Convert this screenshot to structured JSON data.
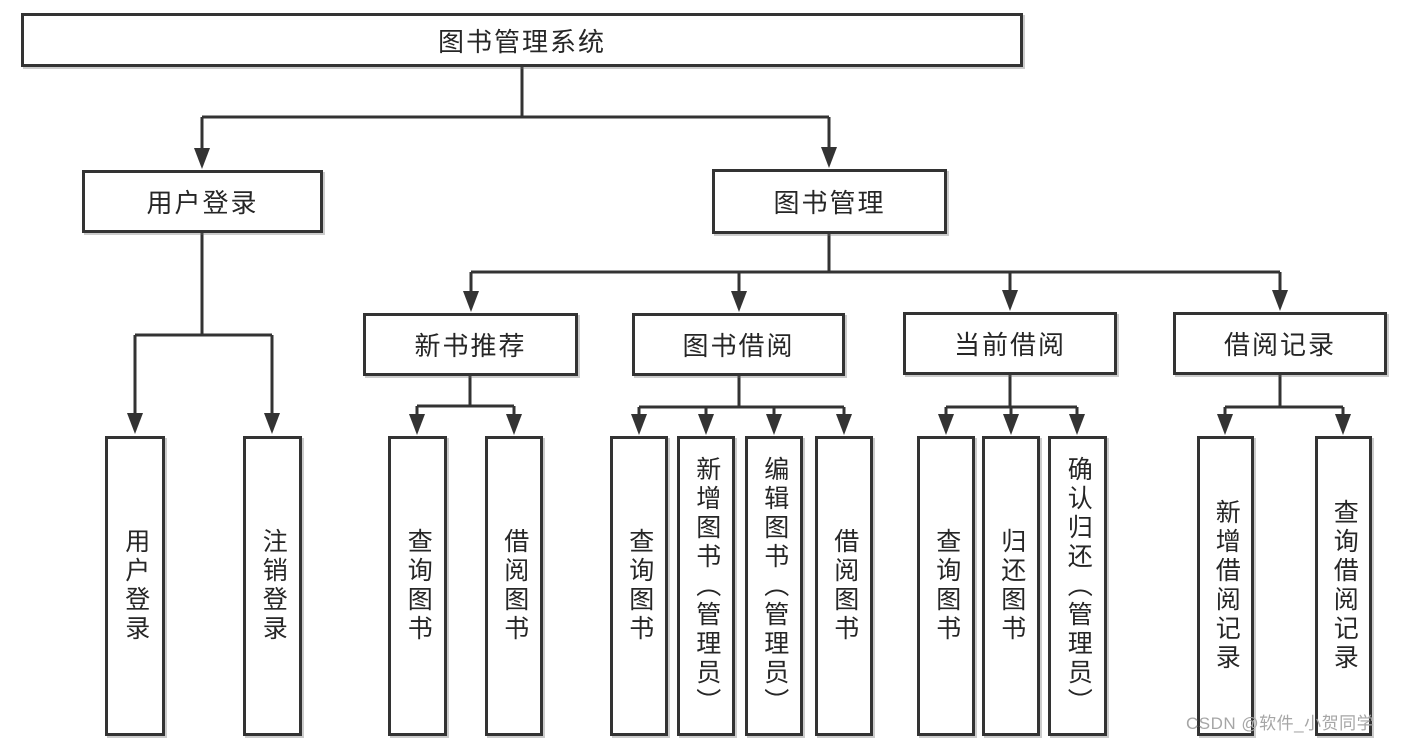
{
  "diagram": {
    "title": "图书管理系统",
    "level2": [
      {
        "label": "用户登录"
      },
      {
        "label": "图书管理"
      }
    ],
    "level3": [
      {
        "label": "新书推荐"
      },
      {
        "label": "图书借阅"
      },
      {
        "label": "当前借阅"
      },
      {
        "label": "借阅记录"
      }
    ],
    "leaves": [
      {
        "label": "用户登录"
      },
      {
        "label": "注销登录"
      },
      {
        "label": "查询图书"
      },
      {
        "label": "借阅图书"
      },
      {
        "label": "查询图书"
      },
      {
        "label": "新增图书（管理员）"
      },
      {
        "label": "编辑图书（管理员）"
      },
      {
        "label": "借阅图书"
      },
      {
        "label": "查询图书"
      },
      {
        "label": "归还图书"
      },
      {
        "label": "确认归还（管理员）"
      },
      {
        "label": "新增借阅记录"
      },
      {
        "label": "查询借阅记录"
      }
    ],
    "watermark": "CSDN @软件_小贺同学",
    "colors": {
      "line": "#333333",
      "box_border": "#333333",
      "text": "#262626",
      "watermark": "#a6a6a6",
      "background": "#ffffff"
    }
  }
}
